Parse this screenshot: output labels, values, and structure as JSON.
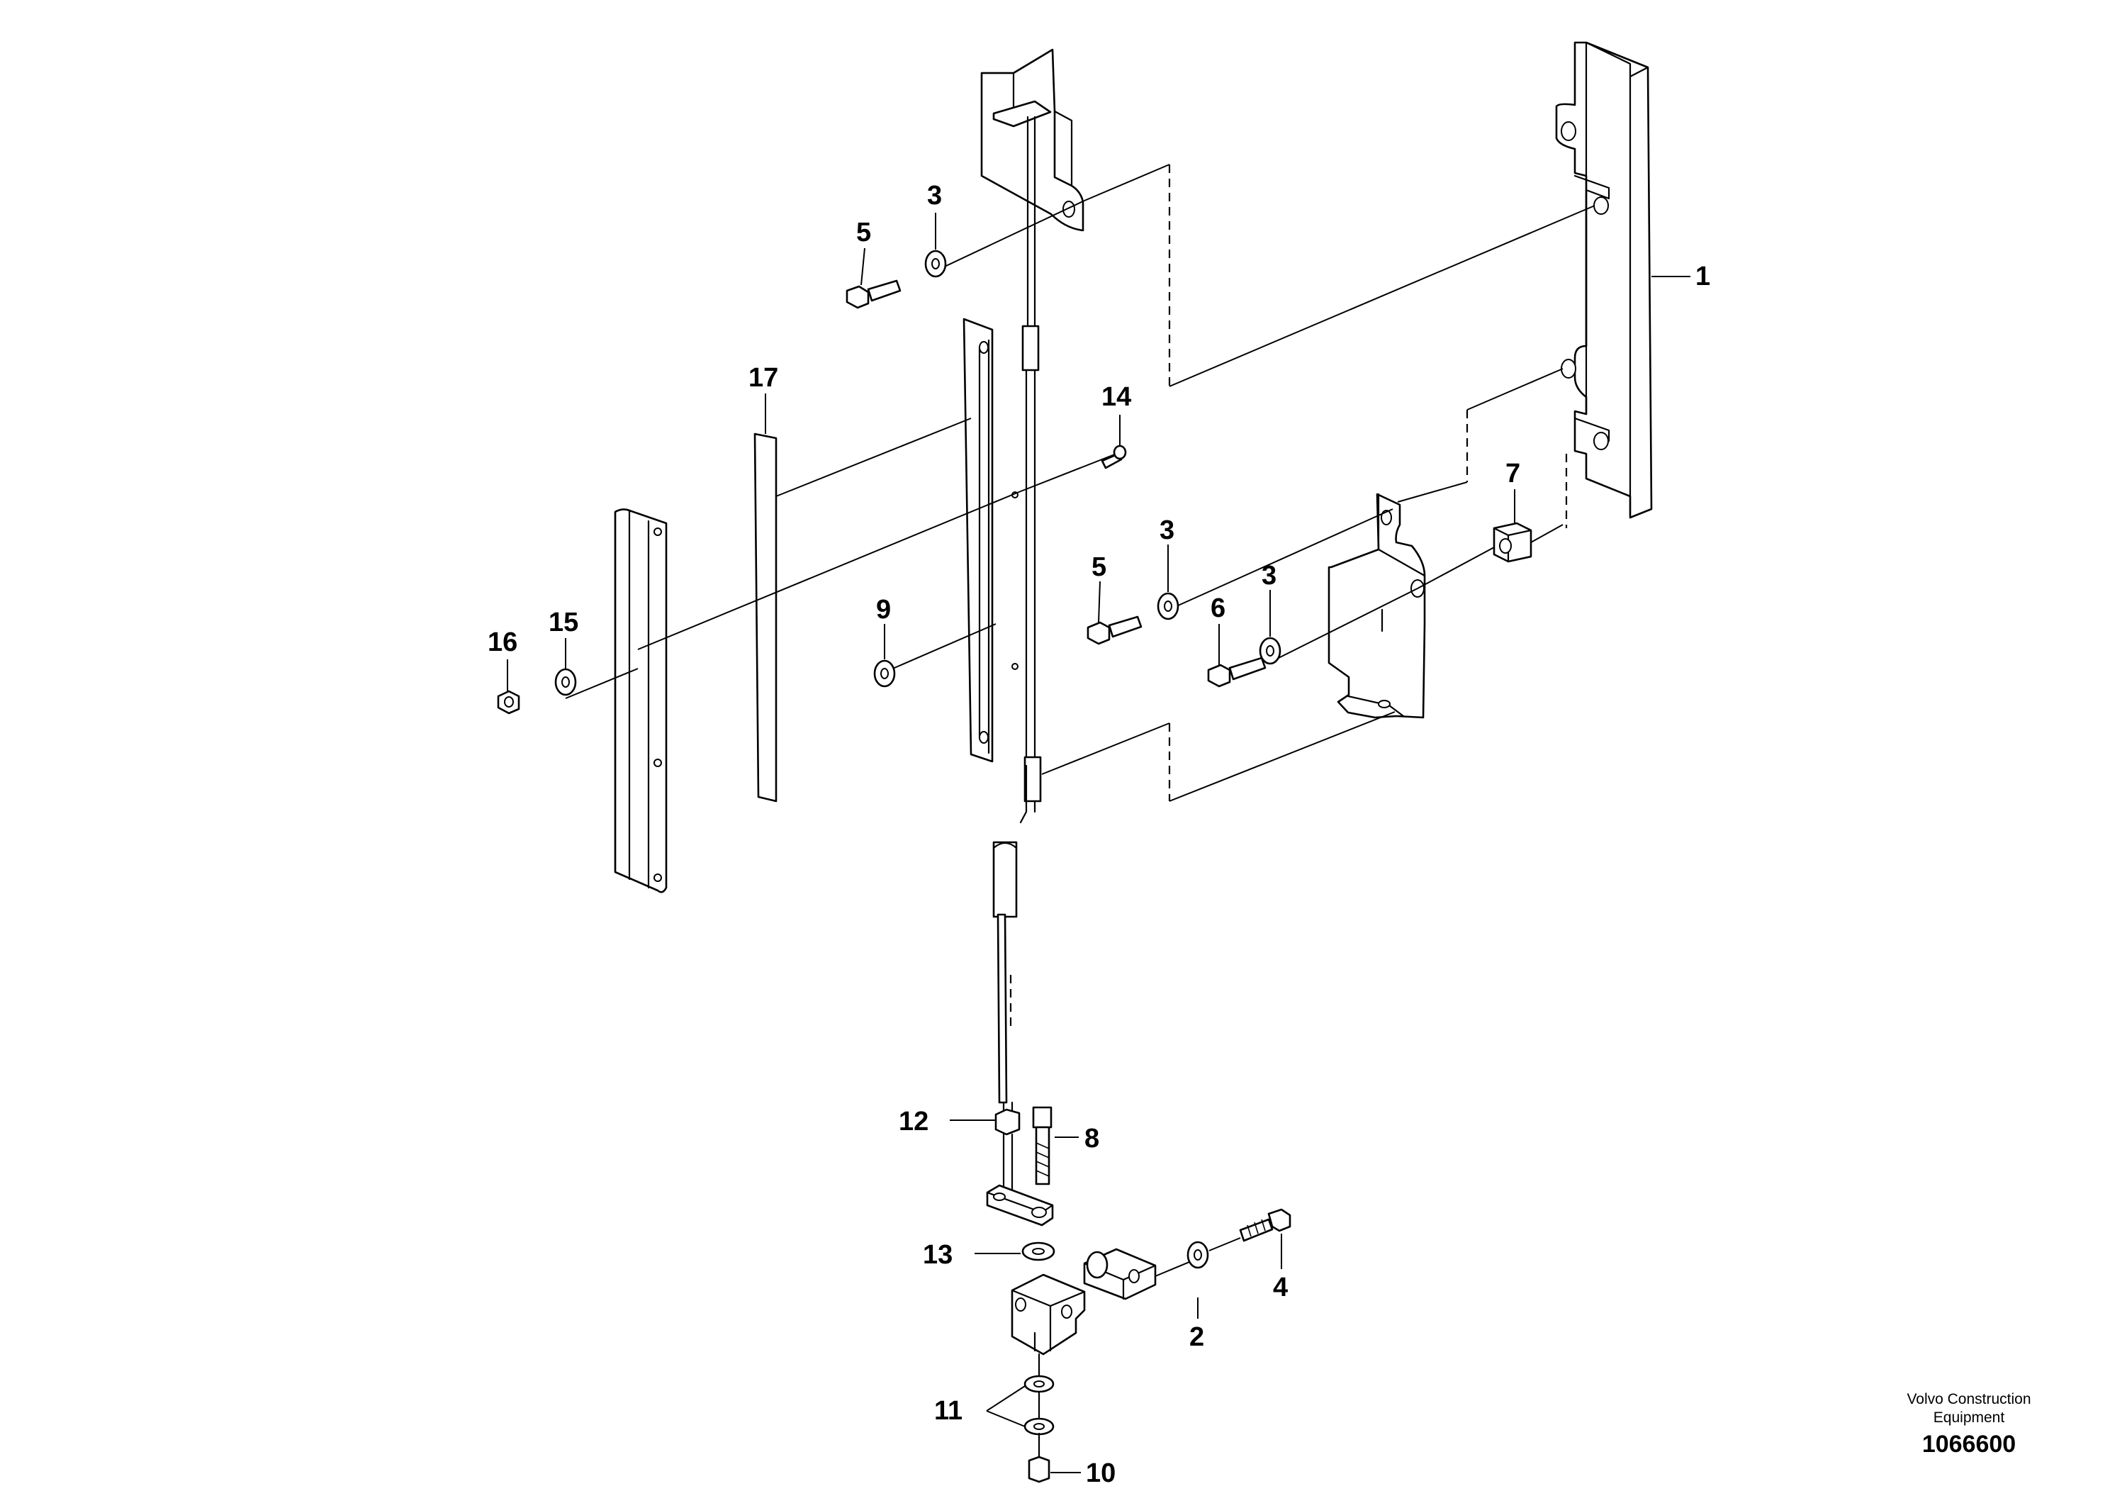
{
  "diagram": {
    "callouts": [
      "1",
      "2",
      "3",
      "3",
      "3",
      "4",
      "5",
      "5",
      "6",
      "7",
      "8",
      "9",
      "10",
      "11",
      "12",
      "13",
      "14",
      "15",
      "16",
      "17"
    ]
  },
  "footer": {
    "brand_line1": "Volvo Construction",
    "brand_line2": "Equipment",
    "drawing_number": "1066600"
  }
}
